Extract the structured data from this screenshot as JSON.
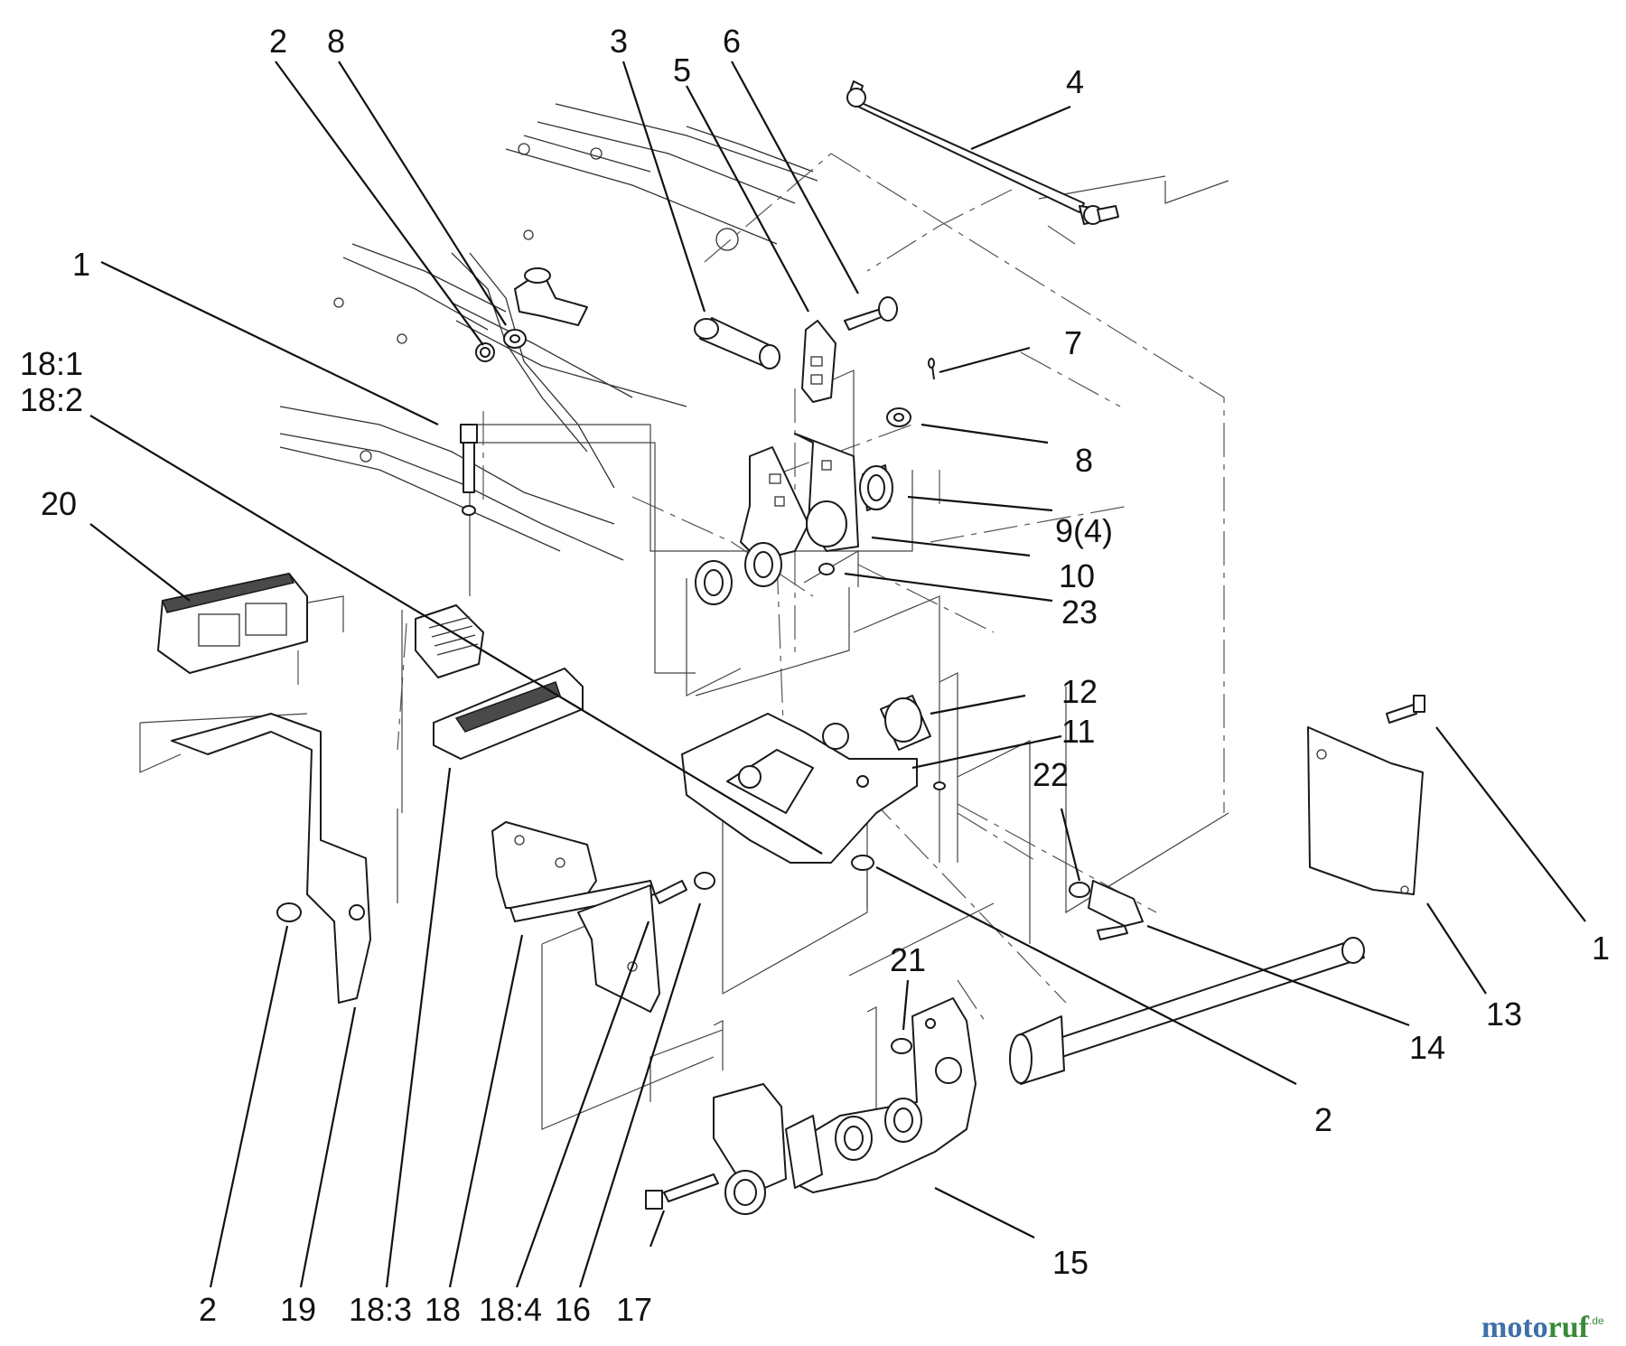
{
  "callouts": {
    "c1": "1",
    "c2": "2",
    "c3": "2",
    "c4": "2",
    "c5": "1",
    "c6": "8",
    "c7": "3",
    "c8": "5",
    "c9": "6",
    "c10": "4",
    "c11": "7",
    "c12": "8",
    "c13": "9(4)",
    "c14": "10",
    "c15": "23",
    "c16": "12",
    "c17": "11",
    "c18": "22",
    "c19": "1",
    "c20": "13",
    "c21": "14",
    "c22": "2",
    "c23": "21",
    "c24": "15",
    "c25": "18:1",
    "c26": "18:2",
    "c27": "20",
    "c28": "19",
    "c29": "18:3",
    "c30": "18",
    "c31": "18:4",
    "c32": "16",
    "c33": "17"
  },
  "watermark": {
    "part1": "moto",
    "part2": "ruf",
    "suffix": ".de"
  }
}
